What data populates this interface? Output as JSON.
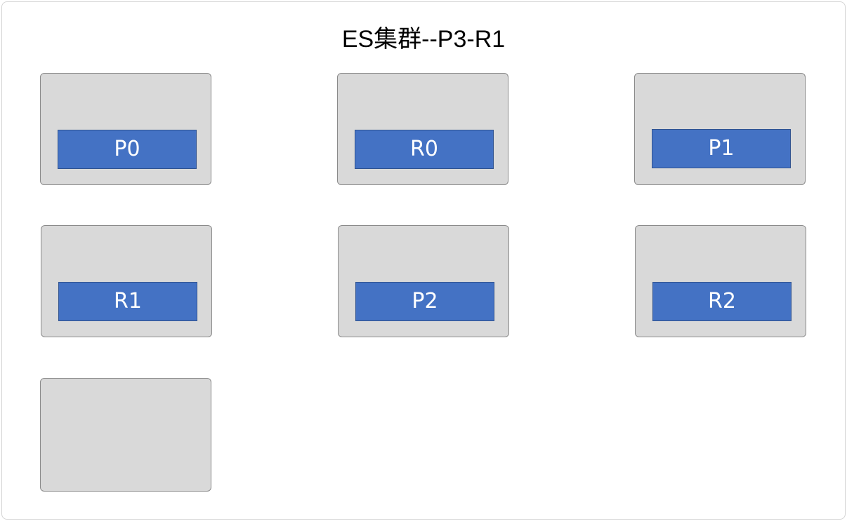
{
  "diagram": {
    "title": "ES集群--P3-R1",
    "nodes": [
      {
        "shard": "P0"
      },
      {
        "shard": "R0"
      },
      {
        "shard": "P1"
      },
      {
        "shard": "R1"
      },
      {
        "shard": "P2"
      },
      {
        "shard": "R2"
      },
      {
        "shard": null
      }
    ]
  },
  "colors": {
    "node_fill": "#d9d9d9",
    "node_border": "#8a8a8a",
    "shard_fill": "#4472c4",
    "shard_border": "#2f528f",
    "shard_text": "#ffffff"
  }
}
